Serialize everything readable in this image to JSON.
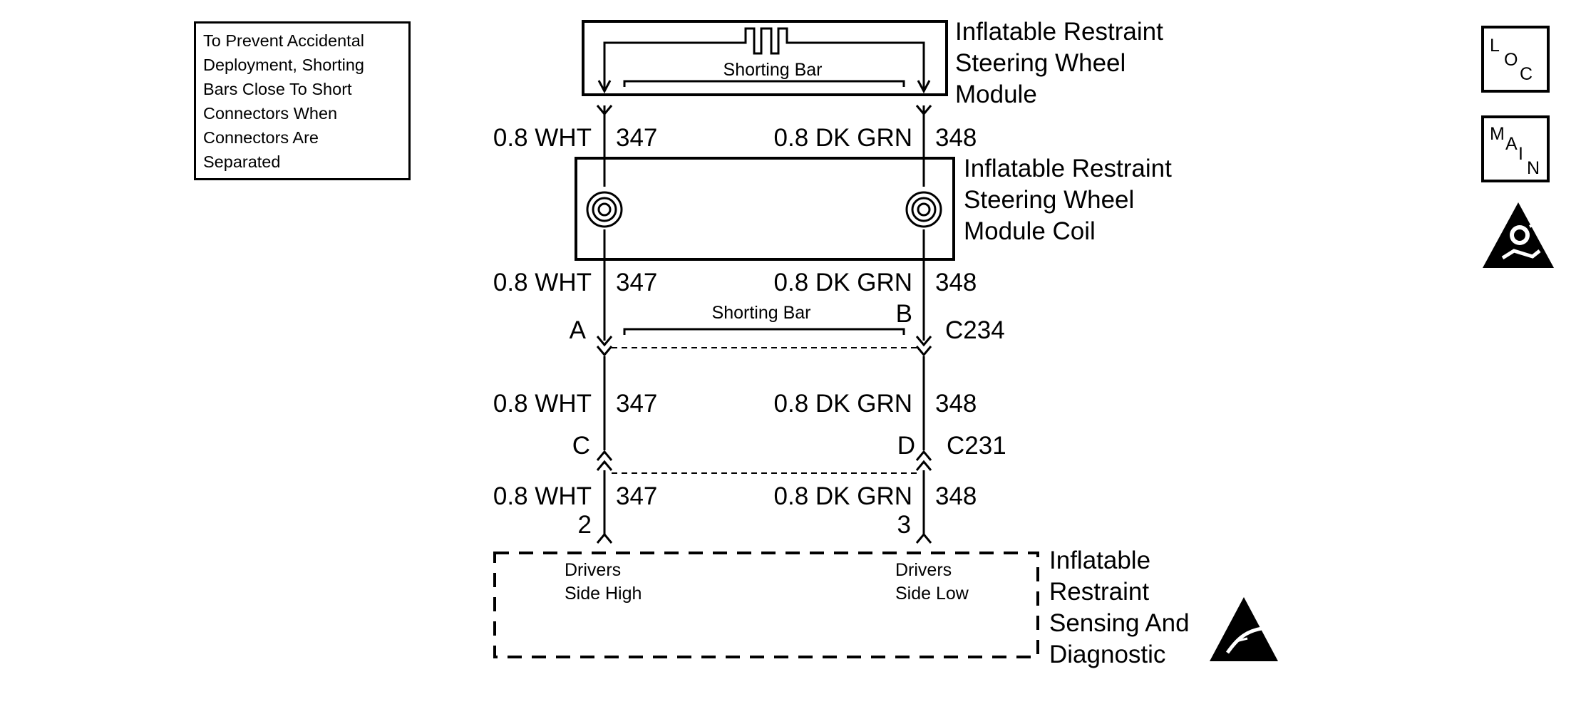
{
  "note": {
    "lines": [
      "To Prevent Accidental",
      "Deployment, Shorting",
      "Bars Close To Short",
      "Connectors When",
      "Connectors Are",
      "Separated"
    ]
  },
  "module": {
    "title_lines": [
      "Inflatable Restraint",
      "Steering Wheel",
      "Module"
    ],
    "shorting_bar": "Shorting Bar"
  },
  "coil": {
    "title_lines": [
      "Inflatable Restraint",
      "Steering Wheel",
      "Module Coil"
    ]
  },
  "wires": {
    "left": {
      "spec": "0.8 WHT",
      "circuit": "347"
    },
    "right": {
      "spec": "0.8 DK GRN",
      "circuit": "348"
    }
  },
  "c234": {
    "name": "C234",
    "pin_left": "A",
    "pin_right": "B",
    "shorting_bar": "Shorting Bar"
  },
  "c231": {
    "name": "C231",
    "pin_left": "C",
    "pin_right": "D"
  },
  "sdm": {
    "pin_left": "2",
    "pin_right": "3",
    "left_label": [
      "Drivers",
      "Side High"
    ],
    "right_label": [
      "Drivers",
      "Side Low"
    ],
    "title_lines": [
      "Inflatable",
      "Restraint",
      "Sensing And",
      "Diagnostic"
    ]
  },
  "side_icons": {
    "loc": [
      "L",
      "O",
      "C"
    ],
    "main": [
      "M",
      "A",
      "I",
      "N"
    ],
    "airbag_icon": "airbag-warning-icon",
    "esd_icon": "esd-warning-icon"
  }
}
